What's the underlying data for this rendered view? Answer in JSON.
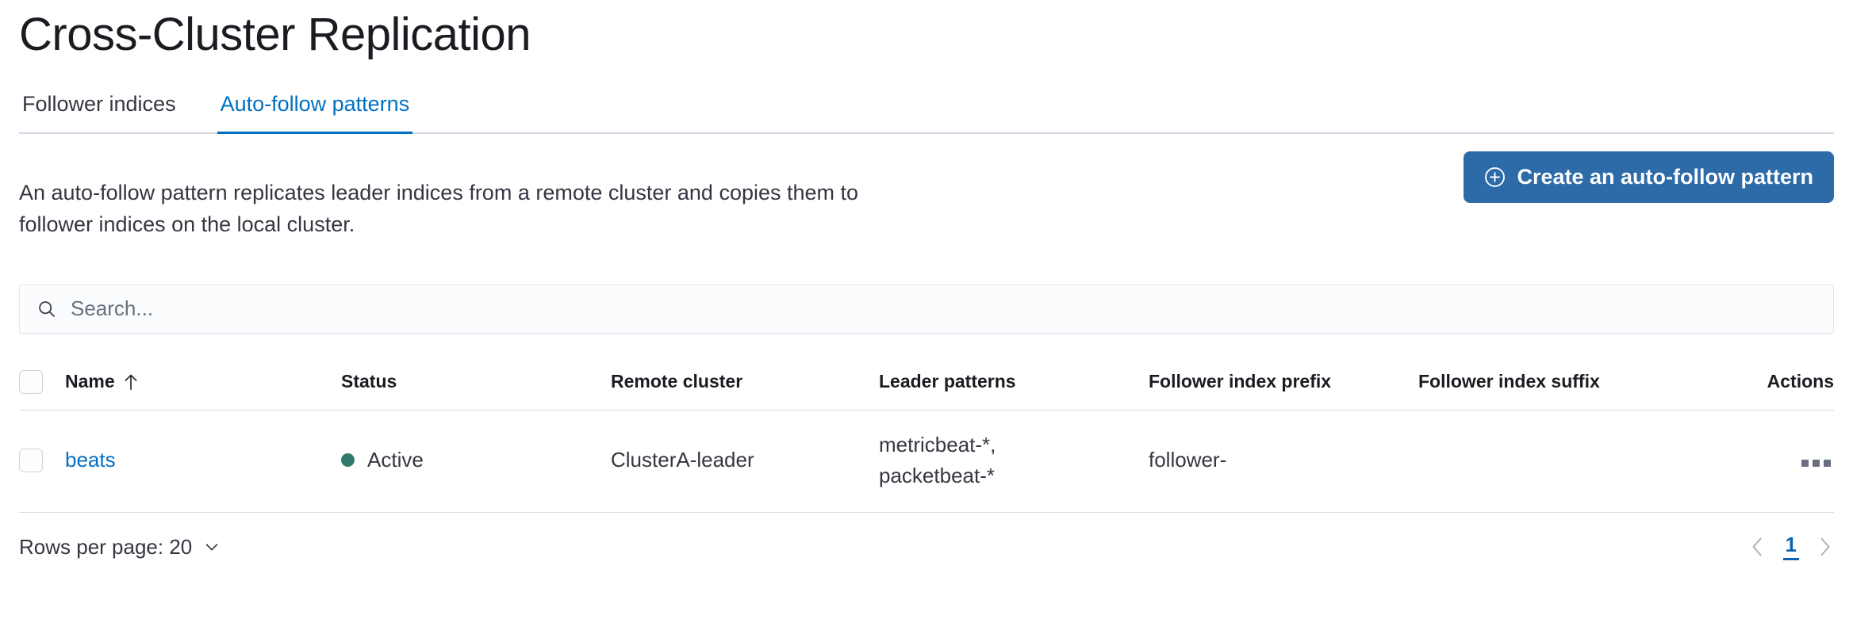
{
  "page": {
    "title": "Cross-Cluster Replication"
  },
  "tabs": [
    {
      "label": "Follower indices",
      "selected": false
    },
    {
      "label": "Auto-follow patterns",
      "selected": true
    }
  ],
  "intro": {
    "description": "An auto-follow pattern replicates leader indices from a remote cluster and copies them to follower indices on the local cluster.",
    "create_button_label": "Create an auto-follow pattern",
    "create_button_icon": "plus-in-circle-icon",
    "create_button_color": "#2c6ba8"
  },
  "search": {
    "value": "",
    "placeholder": "Search...",
    "icon": "search-icon"
  },
  "table": {
    "columns": [
      {
        "key": "name",
        "label": "Name",
        "sorted": true,
        "sort_direction": "asc",
        "sort_icon": "arrow-up-icon"
      },
      {
        "key": "status",
        "label": "Status"
      },
      {
        "key": "remote_cluster",
        "label": "Remote cluster"
      },
      {
        "key": "leader_patterns",
        "label": "Leader patterns"
      },
      {
        "key": "follower_index_prefix",
        "label": "Follower index prefix"
      },
      {
        "key": "follower_index_suffix",
        "label": "Follower index suffix"
      },
      {
        "key": "actions",
        "label": "Actions"
      }
    ],
    "rows": [
      {
        "selected": false,
        "name": "beats",
        "status": "Active",
        "status_color": "#327a6e",
        "remote_cluster": "ClusterA-leader",
        "leader_patterns": "metricbeat-*,\npacketbeat-*",
        "follower_index_prefix": "follower-",
        "follower_index_suffix": "",
        "actions_icon": "ellipsis-horizontal-icon"
      }
    ]
  },
  "footer": {
    "rows_per_page_label": "Rows per page: 20",
    "rows_per_page_icon": "chevron-down-icon",
    "pagination": {
      "previous_icon": "chevron-left-icon",
      "next_icon": "chevron-right-icon",
      "pages": [
        {
          "label": "1",
          "active": true
        }
      ]
    }
  },
  "colors": {
    "link": "#0071c2",
    "primary": "#2c6ba8",
    "success": "#327a6e",
    "border": "#d3dae6"
  }
}
